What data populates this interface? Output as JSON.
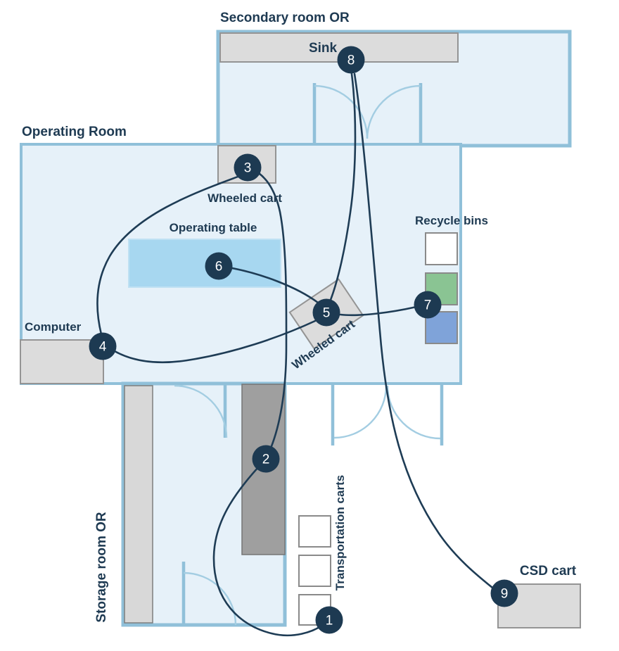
{
  "rooms": {
    "secondary": "Secondary room OR",
    "operating": "Operating Room",
    "storage": "Storage room OR"
  },
  "furniture": {
    "sink": "Sink",
    "wheeled_cart_top": "Wheeled cart",
    "operating_table": "Operating table",
    "recycle_bins": "Recycle bins",
    "computer": "Computer",
    "wheeled_cart_center": "Wheeled cart",
    "transportation_carts": "Transportation carts",
    "csd_cart": "CSD cart"
  },
  "nodes": [
    "1",
    "2",
    "3",
    "4",
    "5",
    "6",
    "7",
    "8",
    "9"
  ],
  "route_edges": [
    [
      "1",
      "2"
    ],
    [
      "2",
      "3"
    ],
    [
      "3",
      "4"
    ],
    [
      "4",
      "5"
    ],
    [
      "5",
      "6"
    ],
    [
      "5",
      "7"
    ],
    [
      "5",
      "8"
    ],
    [
      "8",
      "9"
    ]
  ],
  "colors": {
    "route": "#1e3c55",
    "node_fill": "#1d3a52",
    "node_text": "#ffffff",
    "wall": "#90c0d9",
    "room_fill": "#e6f1f9",
    "door_arc": "#a3cde2",
    "furniture_fill": "#dcdcdc",
    "furniture_border": "#949494",
    "table_fill": "#a7d7f0",
    "bin_white": "#ffffff",
    "bin_green": "#8ac493",
    "bin_blue": "#7fa3d9",
    "shelf_light": "#d8d8d8",
    "shelf_dark": "#9f9f9f",
    "label_text": "#1e3a52"
  }
}
